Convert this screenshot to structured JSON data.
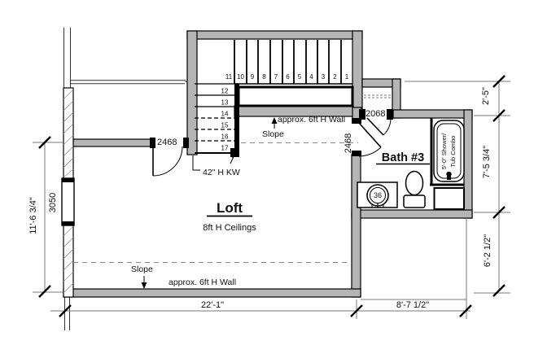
{
  "plan": {
    "rooms": {
      "loft": {
        "title": "Loft",
        "subtitle": "8ft H Ceilings"
      },
      "bath": {
        "title": "Bath #3"
      }
    },
    "stairs": {
      "upper": [
        "11",
        "10",
        "9",
        "8",
        "7",
        "6",
        "5",
        "4",
        "3",
        "2",
        "1"
      ],
      "lower": [
        "12",
        "13",
        "14",
        "15",
        "16",
        "17"
      ]
    },
    "doors": {
      "loft": "2468",
      "bath": "2468",
      "closet": "2068"
    },
    "window": {
      "label": "3050"
    },
    "labels": {
      "knee_wall": "42\" H KW",
      "slope_top": "Slope",
      "slope_bottom": "Slope",
      "wall_top": "approx. 6ft H Wall",
      "wall_bottom": "approx. 6ft H Wall",
      "tub_line1": "5'-0\" Shower/",
      "tub_line2": "Tub Combo",
      "vanity_sink": "36"
    },
    "dims": {
      "left": "11'-6 3/4\"",
      "bottom_left": "22'-1\"",
      "bottom_right": "8'-7 1/2\"",
      "right_top": "2'-5\"",
      "right_mid": "7'-5 3/4\"",
      "right_bottom": "6'-2 1/2\""
    },
    "colors": {
      "wall_fill": "#b5b5b5",
      "line": "#000000",
      "dim_line": "#7a7a7a"
    }
  }
}
